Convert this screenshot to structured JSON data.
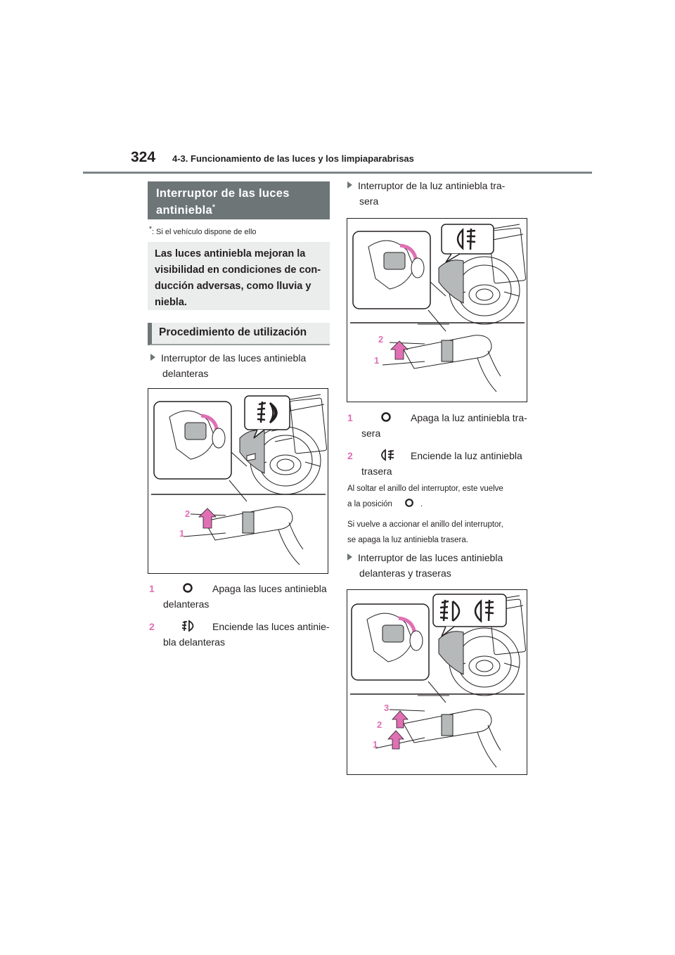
{
  "header": {
    "page_number": "324",
    "section_title": "4-3. Funcionamiento de las luces y los limpiaparabrisas"
  },
  "title": {
    "line1": "Interruptor de las luces",
    "line2": "antiniebla",
    "marker": "*"
  },
  "footnote": {
    "marker": "*",
    "text": ": Si el vehículo dispone de ello"
  },
  "intro": {
    "line1": "Las luces antiniebla mejoran la",
    "line2": "visibilidad en condiciones de con-",
    "line3": "ducción adversas, como lluvia y",
    "line4": "niebla."
  },
  "procedure_heading": "Procedimiento de utilización",
  "front": {
    "heading_line1": "Interruptor de las luces antiniebla",
    "heading_line2": "delanteras",
    "labels": [
      "2",
      "1"
    ],
    "items": [
      {
        "num": "1",
        "icon": "off-circle-icon",
        "line1": "Apaga las luces antiniebla",
        "line2": "delanteras"
      },
      {
        "num": "2",
        "icon": "front-fog-light-icon",
        "line1": "Enciende las luces antinie-",
        "line2": "bla delanteras"
      }
    ]
  },
  "rear": {
    "heading_line1": "Interruptor de la luz antiniebla tra-",
    "heading_line2": "sera",
    "labels": [
      "2",
      "1"
    ],
    "items": [
      {
        "num": "1",
        "icon": "off-circle-icon",
        "line1": "Apaga la luz antiniebla tra-",
        "line2": "sera"
      },
      {
        "num": "2",
        "icon": "rear-fog-light-icon",
        "line1": "Enciende la luz antiniebla",
        "line2": "trasera"
      }
    ],
    "note1_line1": "Al soltar el anillo del interruptor, este vuelve",
    "note1_line2_pre": "a la posición",
    "note1_line2_post": ".",
    "note2_line1": "Si vuelve a accionar el anillo del interruptor,",
    "note2_line2": "se apaga la luz antiniebla trasera."
  },
  "both": {
    "heading_line1": "Interruptor de las luces antiniebla",
    "heading_line2": "delanteras y traseras",
    "labels": [
      "3",
      "2",
      "1"
    ]
  },
  "colors": {
    "accent_pink": "#e06fb4",
    "title_gray": "#6d7577",
    "box_gray": "#ebecec",
    "knob_gray": "#b5b9ba"
  }
}
